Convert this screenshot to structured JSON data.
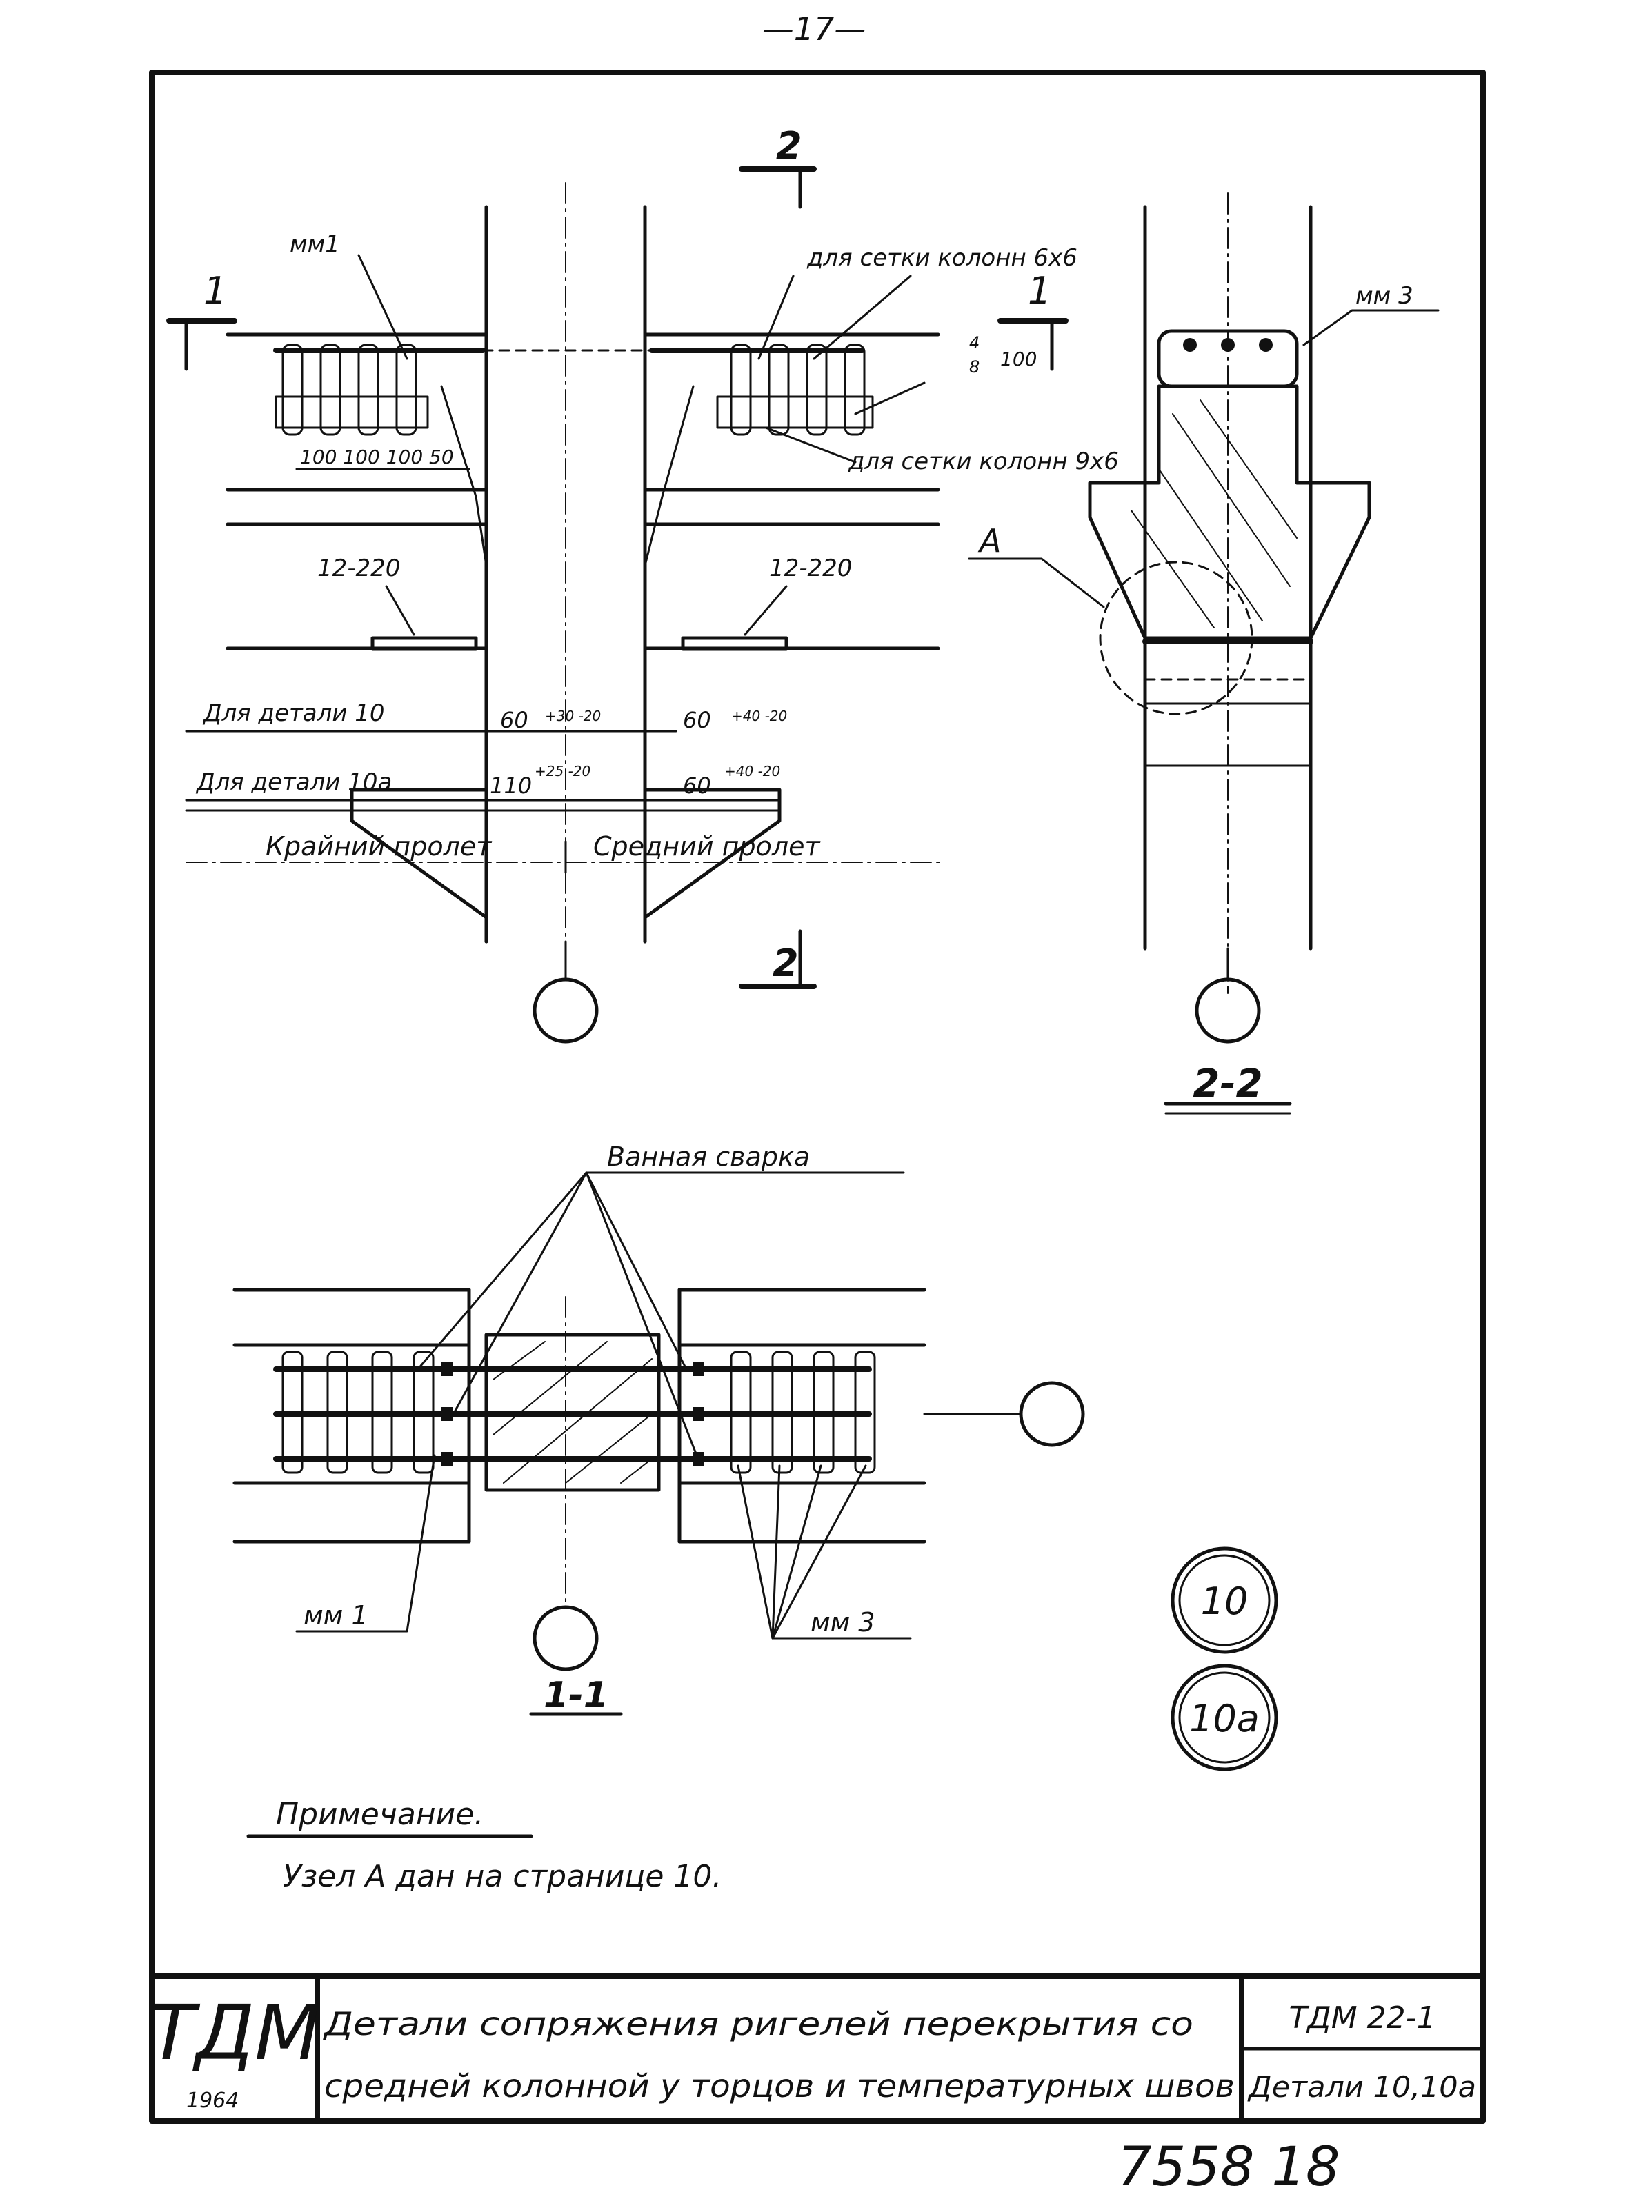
{
  "page_number": "—17—",
  "sheet_code": "7558  18",
  "section_cuts": {
    "cut_1": "1",
    "cut_2": "2",
    "section_2_2": "2-2",
    "section_1_1": "1-1"
  },
  "callouts": {
    "mm1_top": "мм1",
    "mm3_top": "мм 3",
    "mesh_6x6": "для сетки колонн 6x6",
    "mesh_9x6": "для сетки колонн 9x6",
    "node_a": "А",
    "weld": "Ванная сварка",
    "mm1_bottom": "мм 1",
    "mm3_bottom": "мм 3"
  },
  "dimensions": {
    "bar_spacing": "100 100 100 50",
    "weld_left": "12-220",
    "weld_right": "12-220",
    "small_4": "4",
    "small_8": "8",
    "small_100": "100",
    "for_detail_10": "Для детали 10",
    "for_detail_10a": "Для детали 10а",
    "d60_a": "60",
    "tol_a": "+30 -20",
    "d60_b": "60",
    "tol_b": "+40 -20",
    "d110": "110",
    "tol_c": "+25 -20",
    "d60_c": "60",
    "tol_d": "+40 -20",
    "outer_span": "Крайний пролет",
    "middle_span": "Средний пролет"
  },
  "details": {
    "detail_10": "10",
    "detail_10a": "10а"
  },
  "note": {
    "heading": "Примечание.",
    "text": "Узел А дан на странице 10."
  },
  "title_block": {
    "logo": "ТДМ",
    "year": "1964",
    "title_line1": "Детали сопряжения ригелей перекрытия со",
    "title_line2": "средней колонной у торцов и температурных швов",
    "series": "ТДМ 22-1",
    "sheet_details": "Детали 10,10а"
  }
}
